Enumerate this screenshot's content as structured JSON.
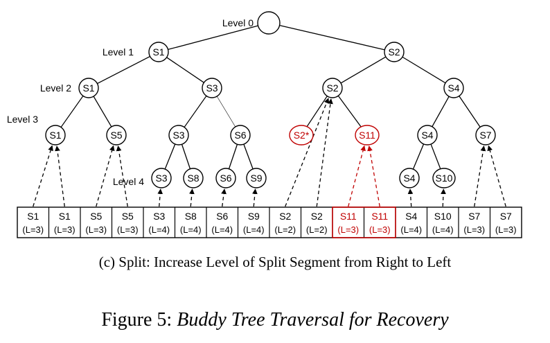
{
  "levels": [
    "Level 0",
    "Level 1",
    "Level 2",
    "Level 3",
    "Level 4"
  ],
  "nodes": {
    "root": "",
    "l1": [
      "S1",
      "S2"
    ],
    "l2": [
      "S1",
      "S3",
      "S2",
      "S4"
    ],
    "l3": [
      "S1",
      "S5",
      "S3",
      "S6",
      "S2*",
      "S11",
      "S4",
      "S7"
    ],
    "l4": [
      "S3",
      "S8",
      "S6",
      "S9",
      "S4",
      "S10"
    ]
  },
  "segments": [
    {
      "name": "S1",
      "level": "(L=3)"
    },
    {
      "name": "S1",
      "level": "(L=3)"
    },
    {
      "name": "S5",
      "level": "(L=3)"
    },
    {
      "name": "S5",
      "level": "(L=3)"
    },
    {
      "name": "S3",
      "level": "(L=4)"
    },
    {
      "name": "S8",
      "level": "(L=4)"
    },
    {
      "name": "S6",
      "level": "(L=4)"
    },
    {
      "name": "S9",
      "level": "(L=4)"
    },
    {
      "name": "S2",
      "level": "(L=2)"
    },
    {
      "name": "S2",
      "level": "(L=2)"
    },
    {
      "name": "S11",
      "level": "(L=3)"
    },
    {
      "name": "S11",
      "level": "(L=3)"
    },
    {
      "name": "S4",
      "level": "(L=4)"
    },
    {
      "name": "S10",
      "level": "(L=4)"
    },
    {
      "name": "S7",
      "level": "(L=3)"
    },
    {
      "name": "S7",
      "level": "(L=3)"
    }
  ],
  "colors": {
    "highlight": "#c00000",
    "line": "#000000"
  },
  "subcaption": "(c)  Split: Increase Level of Split Segment from Right to Left",
  "figure_label": "Figure 5: ",
  "figure_title": "Buddy Tree Traversal for Recovery"
}
